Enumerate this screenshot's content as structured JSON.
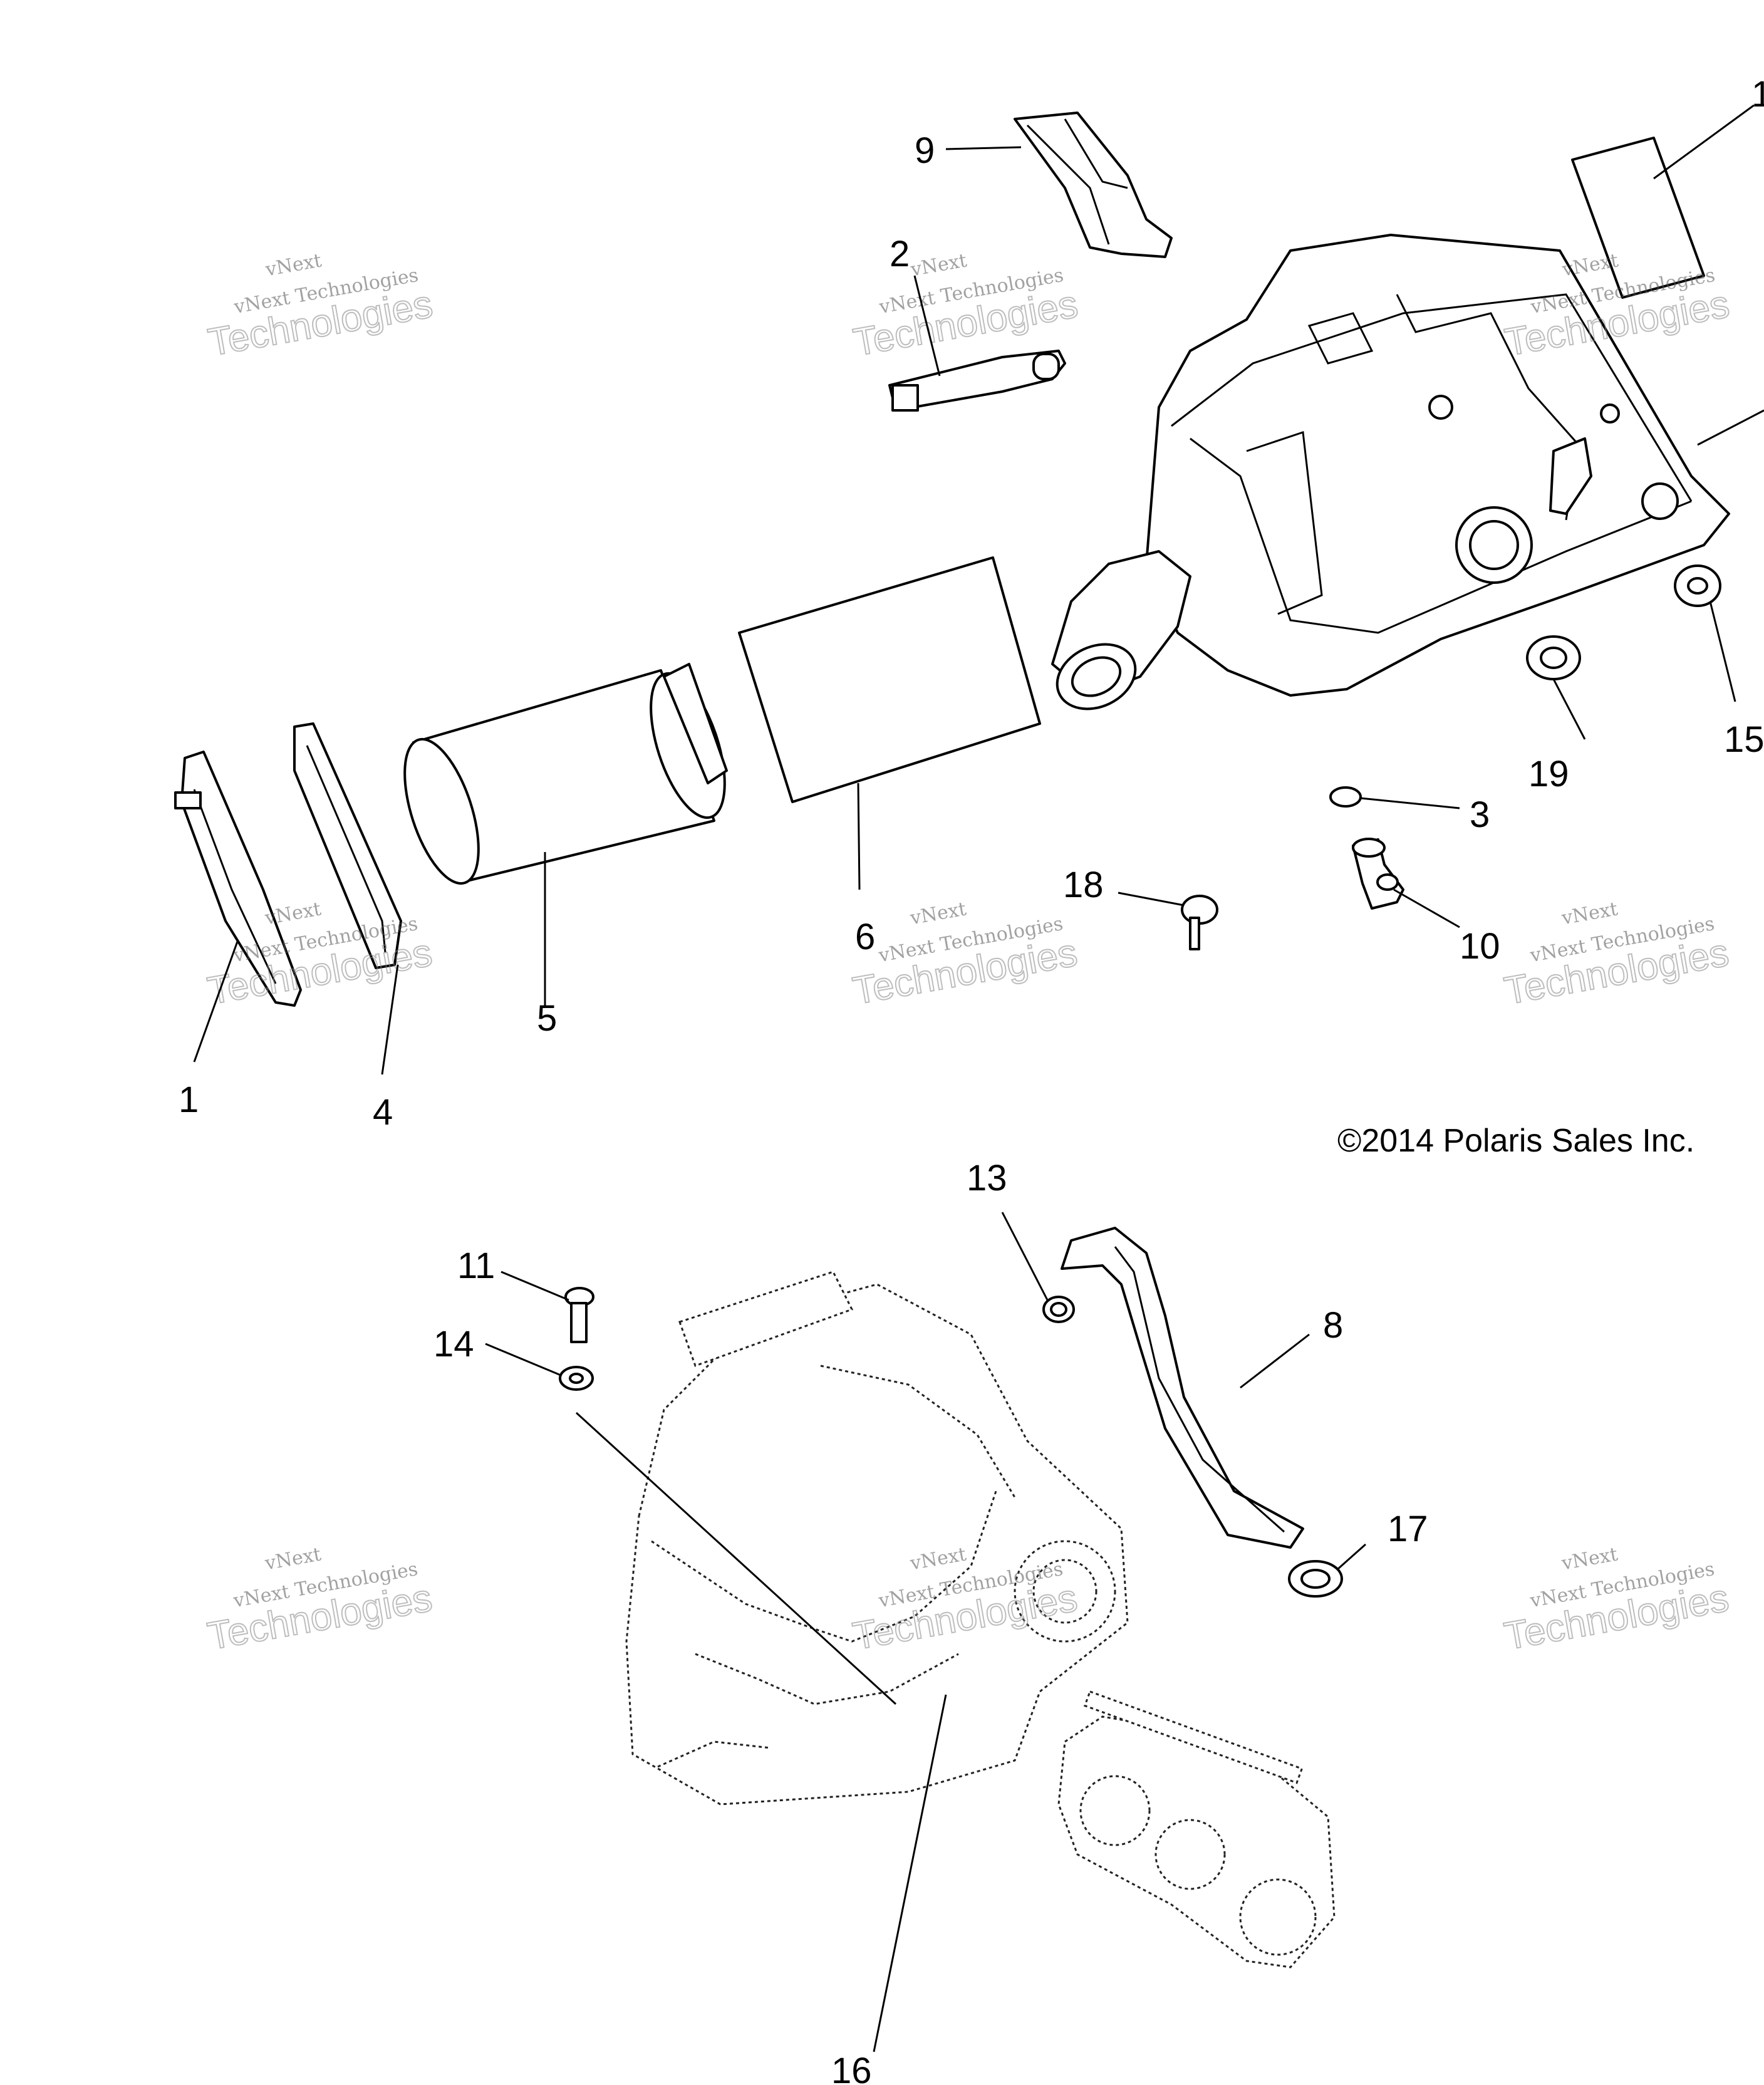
{
  "copyright": "©2014 Polaris Sales Inc.",
  "watermark": {
    "line1": "vNext",
    "line2": "vNext Technologies",
    "line3": "Technologies"
  },
  "callouts": {
    "c1": "1",
    "c1b": "1",
    "c2": "2",
    "c3": "3",
    "c4": "4",
    "c5": "5",
    "c6": "6",
    "c8": "8",
    "c9": "9",
    "c10": "10",
    "c11": "11",
    "c13": "13",
    "c14": "14",
    "c15": "15",
    "c16": "16",
    "c17": "17",
    "c18": "18",
    "c19": "19"
  }
}
